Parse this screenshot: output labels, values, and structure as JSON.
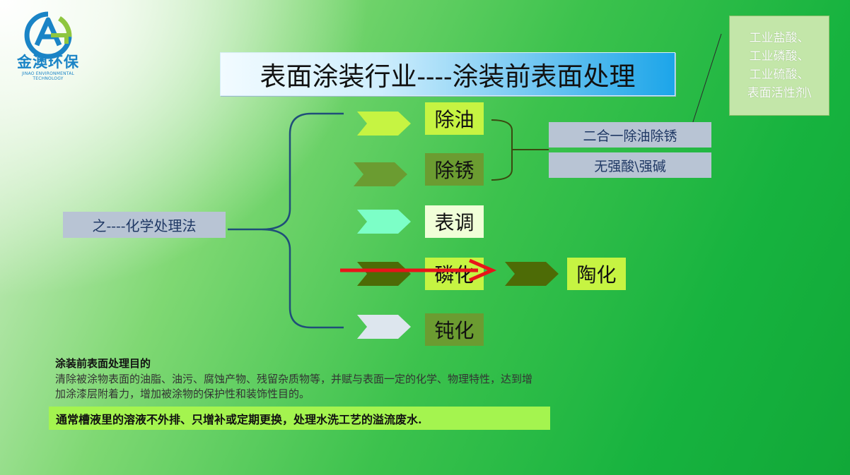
{
  "logo": {
    "name": "金澳环保",
    "subtitle": "JINAO ENVIRONMENTAL TECHNOLOGY"
  },
  "title": "表面涂装行业----涂装前表面处理",
  "main_label": "之----化学处理法",
  "steps": [
    {
      "label": "除油",
      "label_bg": "#c6f442",
      "arrow_color": "#c6f442"
    },
    {
      "label": "除锈",
      "label_bg": "#6b9c31",
      "arrow_color": "#6b9c31"
    },
    {
      "label": "表调",
      "label_bg": "#f0ffd8",
      "arrow_color": "#7cffc7"
    },
    {
      "label": "磷化",
      "label_bg": "#c6f442",
      "arrow_color": "#4d6b06"
    },
    {
      "label": "钝化",
      "label_bg": "#6b9c31",
      "arrow_color": "#dde6ee"
    }
  ],
  "next_step": {
    "label": "陶化",
    "label_bg": "#c6f442",
    "arrow_color": "#4d6b06"
  },
  "side_labels": [
    "二合一除油除锈",
    "无强酸\\强碱"
  ],
  "acid_list": [
    "工业盐酸、",
    "工业磷酸、",
    "工业硫酸、",
    "表面活性剂\\"
  ],
  "purpose": {
    "title": "涂装前表面处理目的",
    "text": "清除被涂物表面的油脂、油污、腐蚀产物、残留杂质物等，并赋与表面一定的化学、物理特性，达到增加涂漆层附着力，增加被涂物的保护性和装饰性目的。"
  },
  "note": "通常槽液里的溶液不外排、只增补或定期更换，处理水洗工艺的溢流废水.",
  "colors": {
    "red_arrow": "#e8141a",
    "bracket": "#1f4e79",
    "small_bracket": "#3a4a10"
  }
}
